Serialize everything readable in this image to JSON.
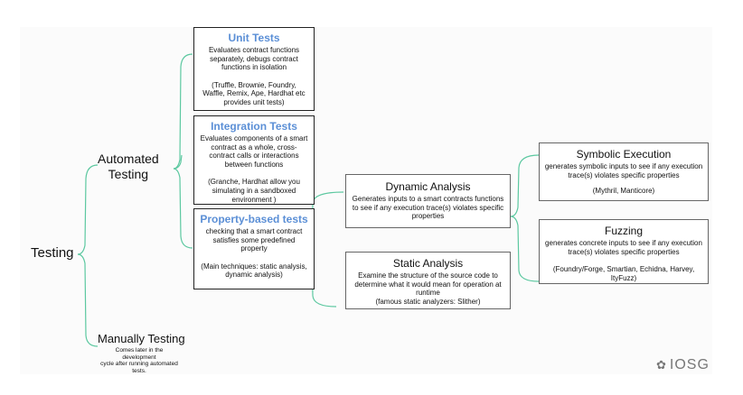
{
  "testing": "Testing",
  "automated": "Automated\nTesting",
  "manual": {
    "title": "Manually Testing",
    "desc": "Comes later in the development\ncycle after running automated\ntests."
  },
  "unit": {
    "title": "Unit Tests",
    "desc": "Evaluates contract functions\nseparately, debugs contract\nfunctions in isolation",
    "tools": "(Truffle, Brownie, Foundry,\nWaffle, Remix, Ape, Hardhat etc\nprovides unit tests)"
  },
  "integration": {
    "title": "Integration Tests",
    "desc": "Evaluates components of a smart\ncontract as a whole, cross-\ncontract calls or interactions\nbetween functions",
    "tools": "(Granche, Hardhat allow you\nsimulating in a sandboxed\nenvironment )"
  },
  "property": {
    "title": "Property-based tests",
    "desc": "checking that a smart contract\nsatisfies some predefined\nproperty",
    "tools": "(Main techniques: static analysis,\ndynamic analysis)"
  },
  "dynamic": {
    "title": "Dynamic Analysis",
    "desc": "Generates inputs to a smart contracts functions\nto see if any execution trace(s) violates specific\nproperties"
  },
  "static": {
    "title": "Static Analysis",
    "desc": "Examine the structure of the source code to\ndetermine what it would mean for operation at\nruntime\n(famous static analyzers: Slither)"
  },
  "symbolic": {
    "title": "Symbolic Execution",
    "desc": "generates symbolic inputs to see if any execution\ntrace(s) violates specific properties",
    "tools": "(Mythril, Manticore)"
  },
  "fuzzing": {
    "title": "Fuzzing",
    "desc": "generates concrete inputs to see if any execution\ntrace(s) violates specific properties",
    "tools": "(Foundry/Forge, Smartian, Echidna, Harvey,\nItyFuzz)"
  },
  "watermark": "IOSG",
  "colors": {
    "bracket": "#5cc8a0",
    "accent": "#5b8fd6"
  }
}
